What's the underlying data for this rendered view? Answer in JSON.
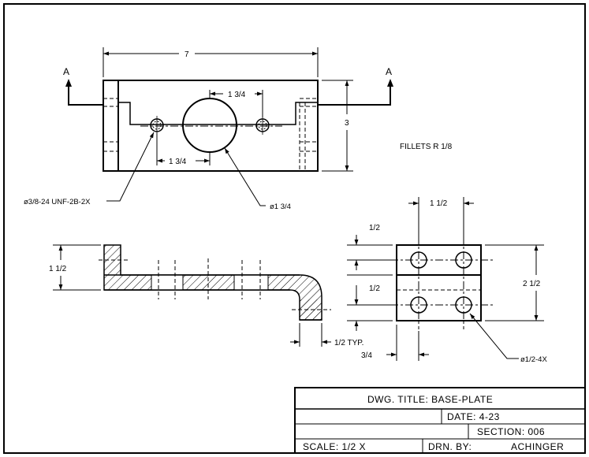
{
  "views": {
    "top": {
      "dim_width": "7",
      "dim_height": "3",
      "dim_hole_top": "1 3/4",
      "dim_hole_bottom": "1 3/4",
      "section_left": "A",
      "section_right": "A",
      "fillets_note": "FILLETS R 1/8",
      "thread_callout": "ø3/8-24 UNF-2B-2X",
      "bore_callout": "ø1 3/4"
    },
    "section": {
      "dim_height": "1 1/2",
      "dim_thickness": "1/2 TYP."
    },
    "end": {
      "dim_top_spacing": "1 1/2",
      "dim_upper_half": "1/2",
      "dim_lower_half": "1/2",
      "dim_height": "2 1/2",
      "dim_left_offset": "3/4",
      "hole_callout": "ø1/2-4X"
    }
  },
  "title_block": {
    "dwg_title": "DWG. TITLE: BASE-PLATE",
    "date": "DATE: 4-23",
    "section": "SECTION: 006",
    "scale": "SCALE: 1/2 X",
    "drawn_by_label": "DRN. BY:",
    "drawn_by": "ACHINGER"
  }
}
